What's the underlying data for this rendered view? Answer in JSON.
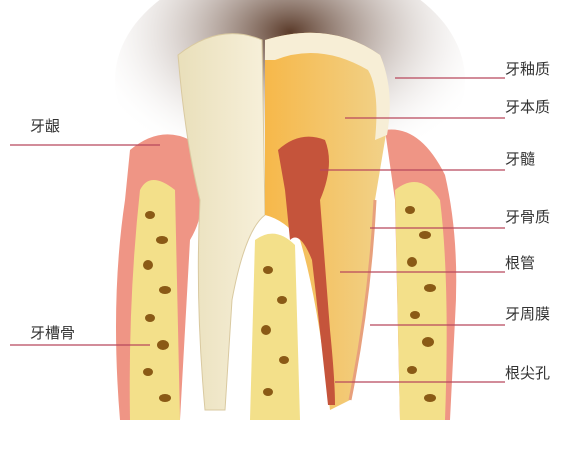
{
  "diagram": {
    "labels": {
      "enamel": "牙釉质",
      "dentin": "牙本质",
      "pulp": "牙髓",
      "cementum": "牙骨质",
      "root_canal": "根管",
      "periodontal_ligament": "牙周膜",
      "apical_foramen": "根尖孔",
      "gingiva": "牙龈",
      "alveolar_bone": "牙槽骨"
    },
    "colors": {
      "leader_line": "#b8475c",
      "enamel": "#f3ead0",
      "dentin": "#f0c46a",
      "pulp": "#c5543b",
      "gum": "#ee8f7e",
      "bone": "#f3e08a",
      "bone_pores": "#8a5a16"
    }
  }
}
